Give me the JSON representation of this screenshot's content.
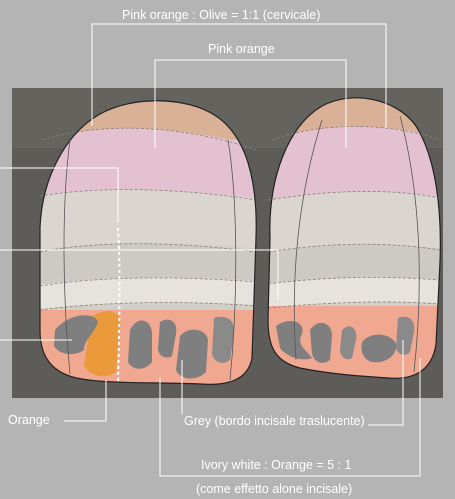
{
  "labels": {
    "cervical_mix": "Pink orange : Olive = 1:1 (cervicale)",
    "pink_orange": "Pink orange",
    "orange": "Orange",
    "grey": "Grey (bordo incisale traslucente)",
    "ivory_mix": "Ivory white : Orange = 5 : 1",
    "ivory_note": "(come effetto alone incisale)"
  },
  "colors": {
    "background": "#b4b4b4",
    "photo_bg": "#5e5c58",
    "cervical_band": "#d9b197",
    "pink_band": "#e4c1d0",
    "body_band": "#d2cfc8",
    "ivory_band": "#e6e3dc",
    "incisal_orange": "#f0a890",
    "grey_translucent": "#7f7f80",
    "orange_mamelon": "#e99a3c",
    "leader_line": "#ffffff"
  }
}
